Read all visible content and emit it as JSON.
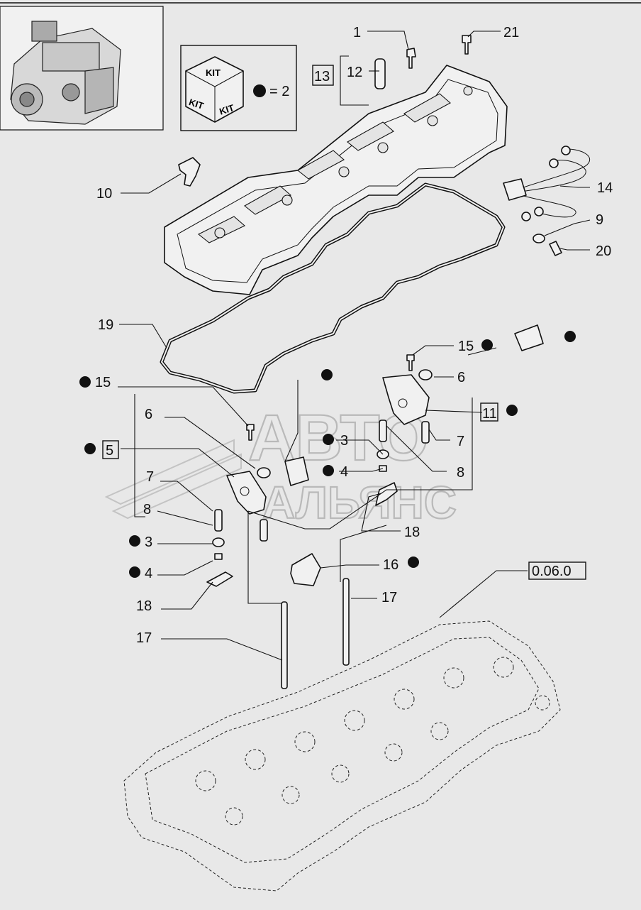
{
  "kit_box": {
    "cube_labels": [
      "KIT",
      "KIT",
      "KIT"
    ],
    "legend_text": "= 2"
  },
  "ref_box": "0.06.0",
  "watermark": {
    "line1": "АВТО",
    "line2": "АЛЬЯНС"
  },
  "callouts": {
    "c1": "1",
    "c21": "21",
    "c12": "12",
    "c13": "13",
    "c10": "10",
    "c14": "14",
    "c9": "9",
    "c20": "20",
    "c19": "19",
    "c15a": "15",
    "c6a": "6",
    "c11": "11",
    "c7a": "7",
    "c8a": "8",
    "c3a": "3",
    "c4a": "4",
    "c18a": "18",
    "c16": "16",
    "c17a": "17",
    "c15b": "15",
    "c6b": "6",
    "c5": "5",
    "c7b": "7",
    "c8b": "8",
    "c3b": "3",
    "c4b": "4",
    "c18b": "18",
    "c17b": "17"
  }
}
